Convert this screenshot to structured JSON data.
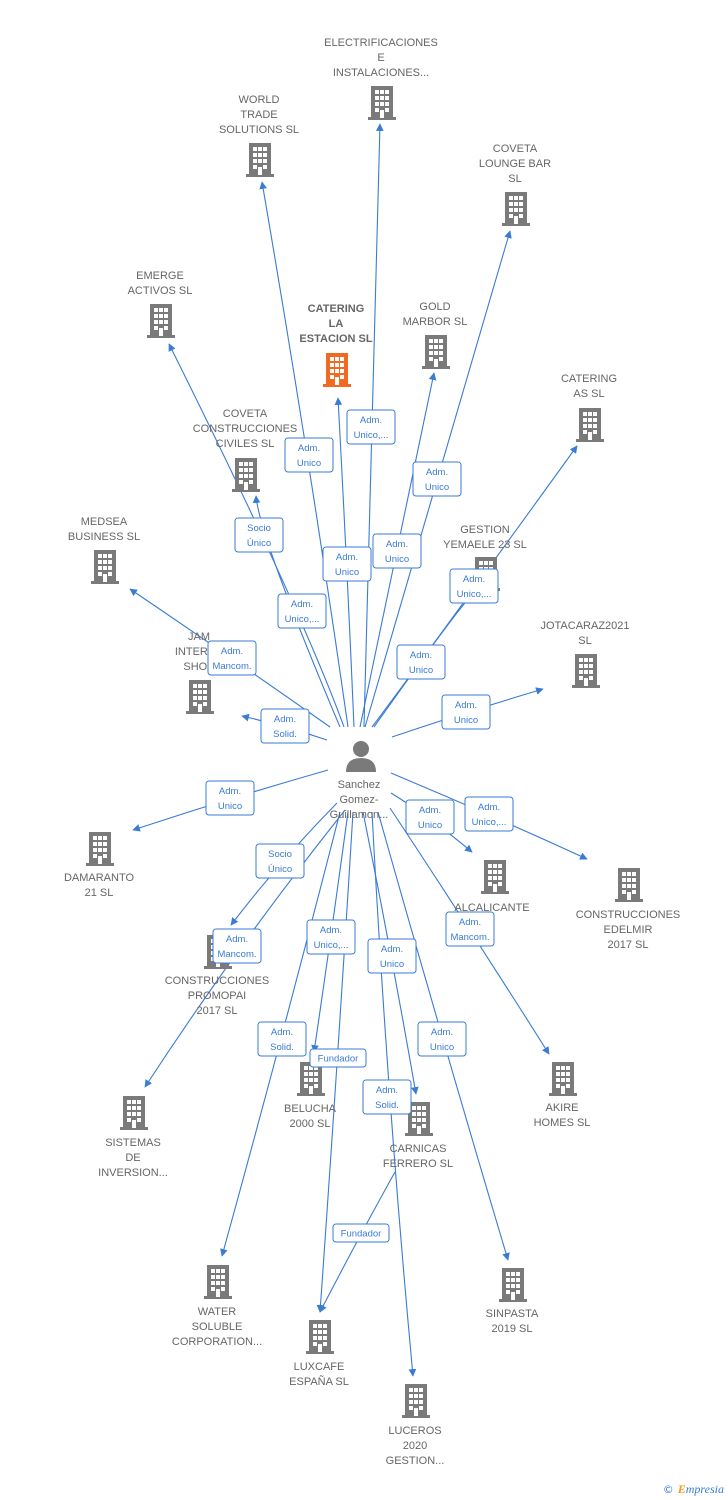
{
  "colors": {
    "edge": "#3a7bd5",
    "company": "#7a7a7a",
    "focus_company": "#f26a21",
    "person": "#7a7a7a",
    "label": "#666666"
  },
  "center_person": {
    "icon": "person-icon",
    "label_lines": [
      "Sanchez",
      "Gomez-",
      "Guillamon..."
    ]
  },
  "companies": [
    {
      "id": "electrificaciones",
      "label_lines": [
        "ELECTRIFICACIONES",
        "E",
        "INSTALACIONES..."
      ],
      "focus": false
    },
    {
      "id": "world-trade",
      "label_lines": [
        "WORLD",
        "TRADE",
        "SOLUTIONS  SL"
      ],
      "focus": false
    },
    {
      "id": "coveta-lounge",
      "label_lines": [
        "COVETA",
        "LOUNGE BAR",
        "SL"
      ],
      "focus": false
    },
    {
      "id": "emerge",
      "label_lines": [
        "EMERGE",
        "ACTIVOS  SL"
      ],
      "focus": false
    },
    {
      "id": "catering-la-estacion",
      "label_lines": [
        "CATERING",
        "LA",
        "ESTACION  SL"
      ],
      "focus": true
    },
    {
      "id": "gold-marbor",
      "label_lines": [
        "GOLD",
        "MARBOR SL"
      ],
      "focus": false
    },
    {
      "id": "catering-as",
      "label_lines": [
        "CATERING",
        "AS  SL"
      ],
      "focus": false
    },
    {
      "id": "coveta-construcciones",
      "label_lines": [
        "COVETA",
        "CONSTRUCCIONES",
        "CIVILES  SL"
      ],
      "focus": false
    },
    {
      "id": "gestion-yemaele",
      "label_lines": [
        "GESTION",
        "YEMAELE 23  SL"
      ],
      "focus": false
    },
    {
      "id": "medsea",
      "label_lines": [
        "MEDSEA",
        "BUSINESS  SL"
      ],
      "focus": false
    },
    {
      "id": "jotacaraz",
      "label_lines": [
        "JOTACARAZ2021",
        "SL"
      ],
      "focus": false
    },
    {
      "id": "jam",
      "label_lines": [
        "JAM",
        "INTERNA",
        "SHOP"
      ],
      "focus": false
    },
    {
      "id": "damaranto",
      "label_lines": [
        "DAMARANTO",
        "21  SL"
      ],
      "focus": false
    },
    {
      "id": "alcalicante",
      "label_lines": [
        "ALCALICANTE"
      ],
      "focus": false
    },
    {
      "id": "construcciones-edelmir",
      "label_lines": [
        "CONSTRUCCIONES",
        "EDELMIR",
        "2017  SL"
      ],
      "focus": false
    },
    {
      "id": "construcciones-promopai",
      "label_lines": [
        "CONSTRUCCIONES",
        "PROMOPAI",
        "2017  SL"
      ],
      "focus": false
    },
    {
      "id": "belucha",
      "label_lines": [
        "BELUCHA",
        "2000 SL"
      ],
      "focus": false
    },
    {
      "id": "carnicas-ferrero",
      "label_lines": [
        "CARNICAS",
        "FERRERO SL"
      ],
      "focus": false
    },
    {
      "id": "akire",
      "label_lines": [
        "AKIRE",
        "HOMES  SL"
      ],
      "focus": false
    },
    {
      "id": "sistemas",
      "label_lines": [
        "SISTEMAS",
        "DE",
        "INVERSION..."
      ],
      "focus": false
    },
    {
      "id": "water-soluble",
      "label_lines": [
        "WATER",
        "SOLUBLE",
        "CORPORATION..."
      ],
      "focus": false
    },
    {
      "id": "luxcafe",
      "label_lines": [
        "LUXCAFE",
        "ESPAÑA  SL"
      ],
      "focus": false
    },
    {
      "id": "sinpasta",
      "label_lines": [
        "SINPASTA",
        "2019  SL"
      ],
      "focus": false
    },
    {
      "id": "luceros",
      "label_lines": [
        "LUCEROS",
        "2020",
        "GESTION..."
      ],
      "focus": false
    }
  ],
  "relations": [
    {
      "target": "electrificaciones",
      "label_lines": [
        "Adm.",
        "Unico,..."
      ]
    },
    {
      "target": "world-trade",
      "label_lines": [
        "Adm.",
        "Unico"
      ]
    },
    {
      "target": "coveta-lounge",
      "label_lines": [
        "Adm.",
        "Unico"
      ]
    },
    {
      "target": "emerge",
      "label_lines": [
        "Adm.",
        "Unico,..."
      ]
    },
    {
      "target": "catering-la-estacion",
      "label_lines": [
        "Adm.",
        "Unico"
      ]
    },
    {
      "target": "gold-marbor",
      "label_lines": [
        "Adm.",
        "Unico"
      ]
    },
    {
      "target": "catering-as",
      "label_lines": [
        "Adm.",
        "Unico"
      ]
    },
    {
      "target": "coveta-construcciones",
      "label_lines": [
        "Socio",
        "Único"
      ]
    },
    {
      "target": "gestion-yemaele",
      "label_lines": [
        "Adm.",
        "Unico,..."
      ]
    },
    {
      "target": "medsea",
      "label_lines": [
        "Adm.",
        "Mancom."
      ]
    },
    {
      "target": "jotacaraz",
      "label_lines": [
        "Adm.",
        "Unico"
      ]
    },
    {
      "target": "jam",
      "label_lines": [
        "Adm.",
        "Solid."
      ]
    },
    {
      "target": "damaranto",
      "label_lines": [
        "Adm.",
        "Unico"
      ]
    },
    {
      "target": "alcalicante",
      "label_lines": [
        "Adm.",
        "Unico"
      ]
    },
    {
      "target": "construcciones-edelmir",
      "label_lines": [
        "Adm.",
        "Unico,..."
      ]
    },
    {
      "target": "construcciones-promopai",
      "label_lines": [
        "Socio",
        "Único"
      ]
    },
    {
      "target": "sistemas",
      "label_lines": [
        "Adm.",
        "Mancom."
      ]
    },
    {
      "target": "belucha",
      "label_lines": [
        "Adm.",
        "Unico,..."
      ]
    },
    {
      "target": "akire",
      "label_lines": [
        "Adm.",
        "Mancom."
      ]
    },
    {
      "target": "carnicas-ferrero",
      "label_lines": [
        "Adm.",
        "Unico"
      ]
    },
    {
      "target": "water-soluble",
      "label_lines": [
        "Adm.",
        "Solid."
      ]
    },
    {
      "target": "luxcafe",
      "label_lines": [
        "Fundador"
      ]
    },
    {
      "target": "luceros",
      "label_lines": [
        "Adm.",
        "Solid."
      ]
    },
    {
      "target": "sinpasta",
      "label_lines": [
        "Adm.",
        "Unico"
      ]
    },
    {
      "target": "luxcafe",
      "source": "carnicas-ferrero",
      "label_lines": [
        "Fundador"
      ]
    }
  ],
  "credit": {
    "symbol": "©",
    "brand_initial": "E",
    "brand_rest": "mpresia"
  }
}
